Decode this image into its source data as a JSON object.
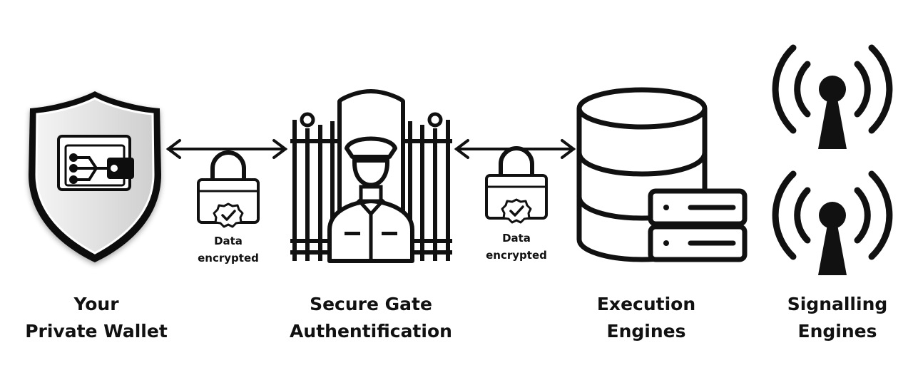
{
  "nodes": {
    "wallet": {
      "line1": "Your",
      "line2": "Private Wallet"
    },
    "gate": {
      "line1": "Secure Gate",
      "line2": "Authentification"
    },
    "execution": {
      "line1": "Execution",
      "line2": "Engines"
    },
    "signalling": {
      "line1": "Signalling",
      "line2": "Engines"
    }
  },
  "connectors": [
    {
      "line1": "Data",
      "line2": "encrypted"
    },
    {
      "line1": "Data",
      "line2": "encrypted"
    }
  ],
  "colors": {
    "stroke": "#111111",
    "shield_fill": "#e3e3e3",
    "background": "#ffffff"
  }
}
